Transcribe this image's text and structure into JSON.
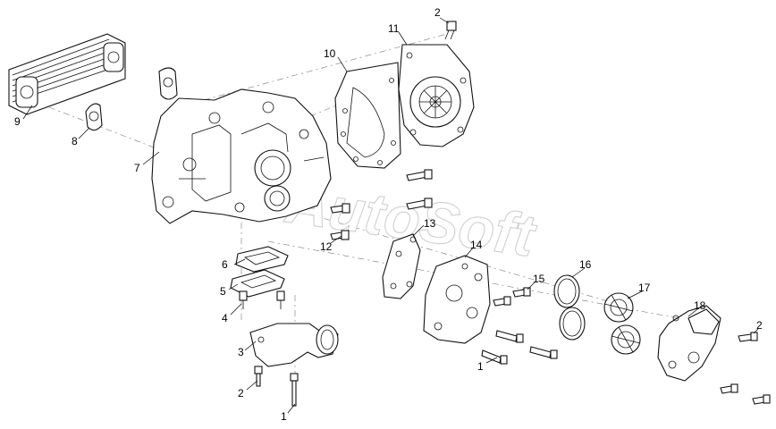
{
  "callouts": {
    "c1a": "1",
    "c1b": "1",
    "c2a": "2",
    "c2b": "2",
    "c2c": "2",
    "c3": "3",
    "c4": "4",
    "c5": "5",
    "c6": "6",
    "c7": "7",
    "c8": "8",
    "c9": "9",
    "c10": "10",
    "c11": "11",
    "c12": "12",
    "c13": "13",
    "c14": "14",
    "c15": "15",
    "c16": "16",
    "c17": "17",
    "c18": "18"
  },
  "watermark": "AutoSoft"
}
